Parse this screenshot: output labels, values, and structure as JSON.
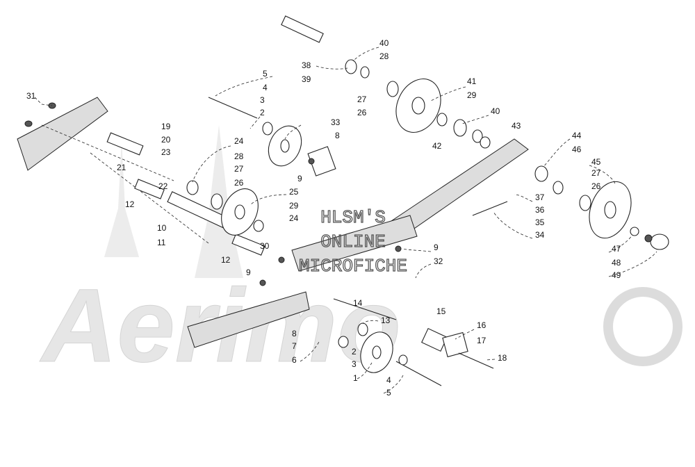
{
  "watermark": {
    "lines": [
      "HLSM'S",
      "ONLINE",
      "MICROFICHE"
    ],
    "logo_text": "Aerimo"
  },
  "callouts": [
    "1",
    "2",
    "3",
    "4",
    "5",
    "6",
    "7",
    "8",
    "9",
    "10",
    "11",
    "12",
    "13",
    "14",
    "15",
    "16",
    "17",
    "18",
    "19",
    "20",
    "21",
    "22",
    "23",
    "24",
    "25",
    "26",
    "27",
    "28",
    "29",
    "30",
    "31",
    "32",
    "33",
    "34",
    "35",
    "36",
    "37",
    "38",
    "39",
    "40",
    "41",
    "42",
    "43",
    "44",
    "45",
    "46",
    "47",
    "48",
    "49"
  ],
  "colors": {
    "line": "#222222",
    "watermark": "#e6e6e6"
  }
}
